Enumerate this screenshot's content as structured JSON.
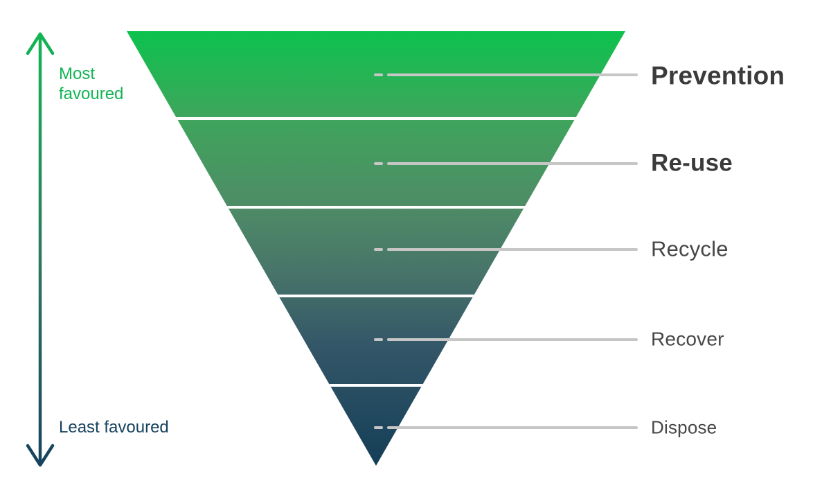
{
  "diagram": {
    "name": "waste-hierarchy-funnel",
    "scale": {
      "most_label": "Most favoured",
      "least_label": "Least favoured"
    },
    "levels": [
      {
        "label": "Prevention"
      },
      {
        "label": "Re-use"
      },
      {
        "label": "Recycle"
      },
      {
        "label": "Recover"
      },
      {
        "label": "Dispose"
      }
    ],
    "colors": {
      "pyramid_top": "#0cc24e",
      "pyramid_mid": "#4e8c66",
      "pyramid_bottom": "#143e57",
      "divider": "#ffffff",
      "leader_line": "#c6c6c6",
      "label_bold": "#3b3b3b",
      "label_regular": "#464646",
      "accent_green": "#12b554",
      "accent_navy": "#16425e"
    }
  }
}
